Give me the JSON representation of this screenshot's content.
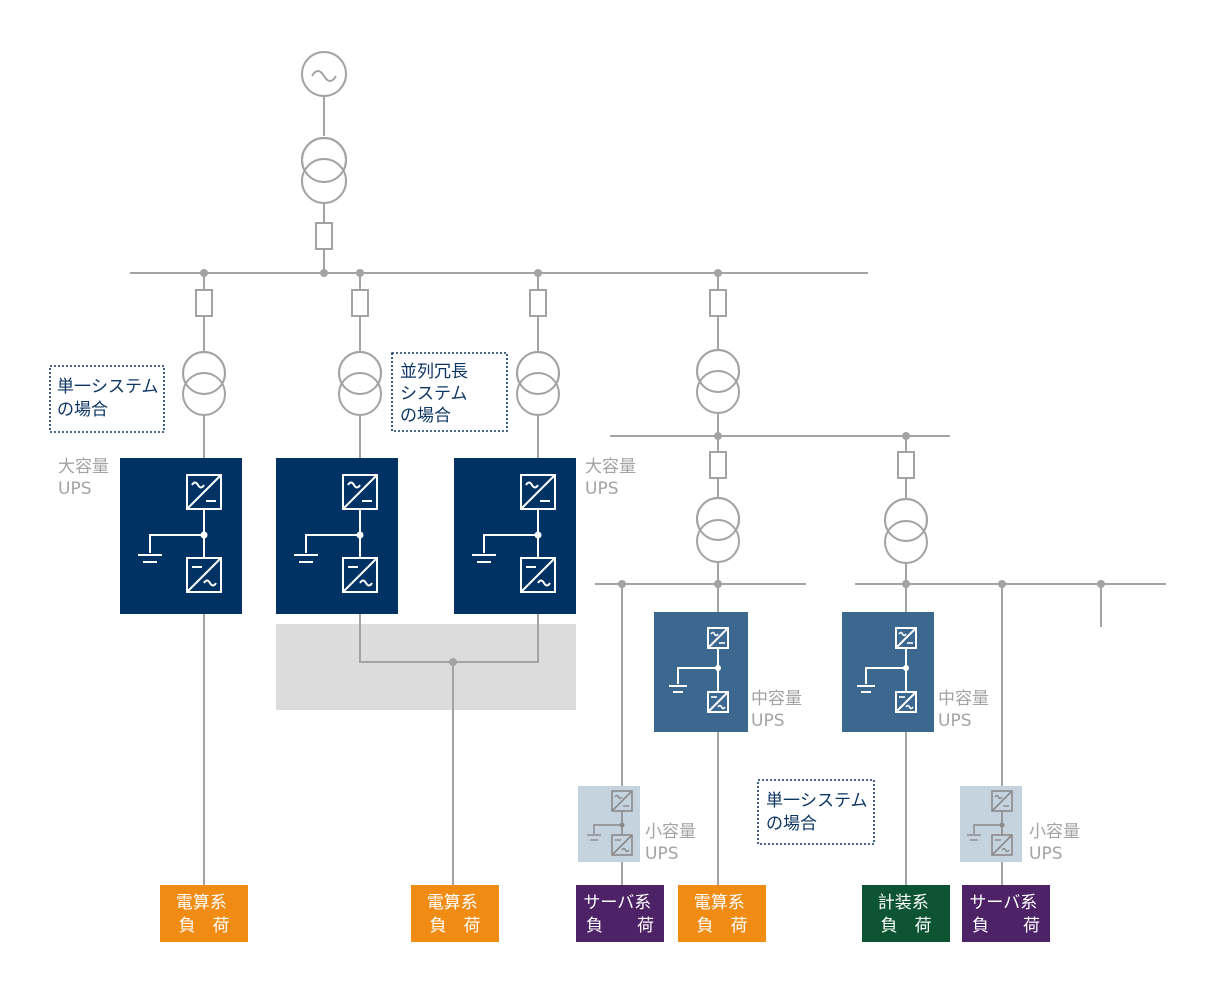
{
  "colors": {
    "line": "#a3a3a3",
    "ups_large": "#003263",
    "ups_medium": "#3c6890",
    "ups_small": "#c5d3df",
    "parallel_zone": "#dcdcdc",
    "note_text": "#0d3664",
    "load_denzan": "#f08c14",
    "load_server": "#4e2266",
    "load_keiso": "#0d5432"
  },
  "notes": {
    "single_system_1": [
      "単一システム",
      "の場合"
    ],
    "parallel_redundant": [
      "並列冗長",
      "システム",
      "の場合"
    ],
    "single_system_2": [
      "単一システム",
      "の場合"
    ]
  },
  "ups_labels": {
    "large_1": [
      "大容量",
      "UPS"
    ],
    "large_2": [
      "大容量",
      "UPS"
    ],
    "medium_1": [
      "中容量",
      "UPS"
    ],
    "medium_2": [
      "中容量",
      "UPS"
    ],
    "small_1": [
      "小容量",
      "UPS"
    ],
    "small_2": [
      "小容量",
      "UPS"
    ]
  },
  "loads": {
    "load_1": [
      "電算系",
      "負　荷"
    ],
    "load_2": [
      "電算系",
      "負　荷"
    ],
    "load_3": [
      "サーバ系",
      "負　　荷"
    ],
    "load_4": [
      "電算系",
      "負　荷"
    ],
    "load_5": [
      "計装系",
      "負　荷"
    ],
    "load_6": [
      "サーバ系",
      "負　　荷"
    ]
  }
}
